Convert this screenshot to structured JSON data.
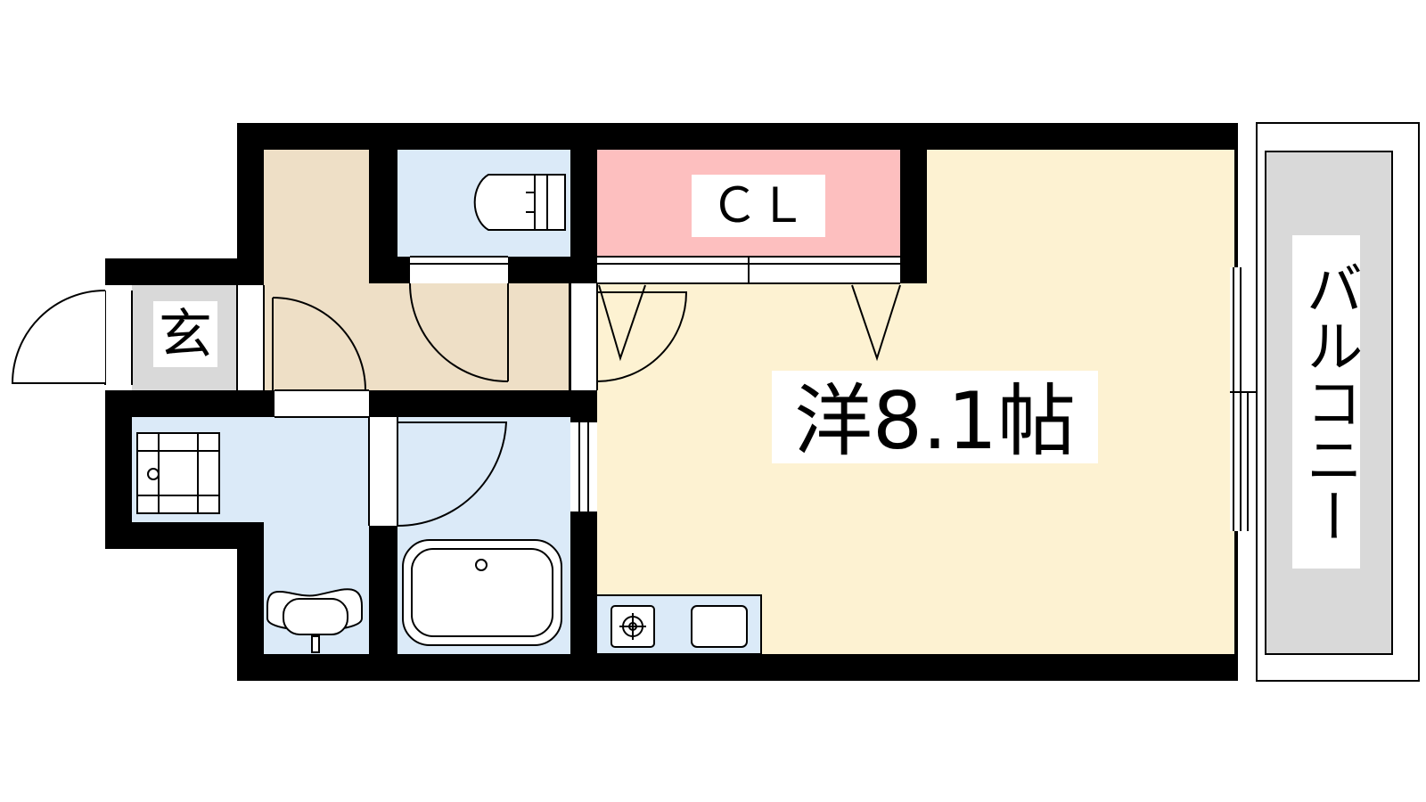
{
  "labels": {
    "closet": "ＣＬ",
    "entrance": "玄",
    "western_room": "洋8.1帖",
    "balcony": "バルコニー"
  },
  "colors": {
    "wall": "#000000",
    "western_room_floor": "#fdf2d2",
    "hallway_floor": "#eedfc6",
    "wet_area_floor": "#dbeaf8",
    "closet_floor": "#fdbfbf",
    "entrance_floor": "#d9d9d9",
    "balcony_floor": "#d9d9d9",
    "label_background": "#ffffff"
  },
  "fixtures": [
    "toilet-icon",
    "bathtub-icon",
    "washbasin-icon",
    "washing-machine-pan-icon",
    "stove-icon",
    "kitchen-sink-icon"
  ]
}
